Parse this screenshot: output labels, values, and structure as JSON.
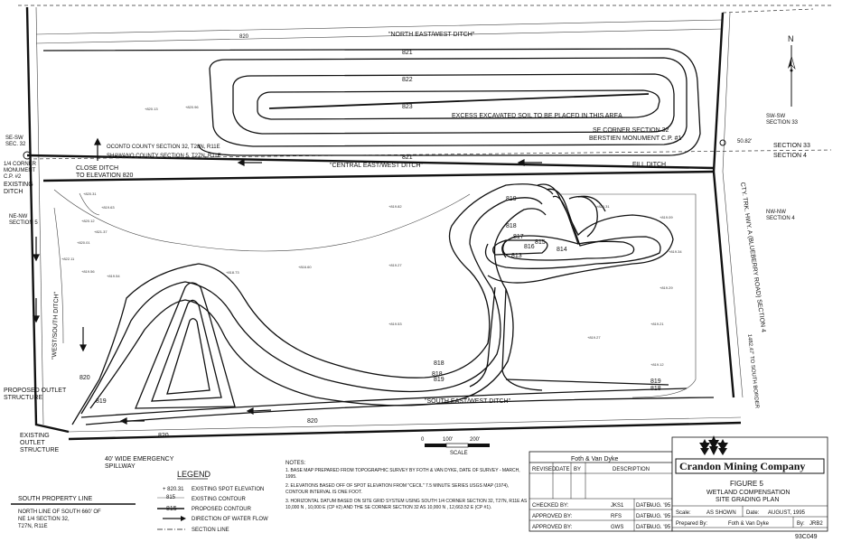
{
  "plan": {
    "ditches": {
      "north": "\"NORTH EAST/WEST DITCH\"",
      "central": "\"CENTRAL EAST/WEST DITCH\"",
      "south": "\"SOUTH EAST/WEST DITCH\"",
      "west": "\"WEST/SOUTH DITCH\"",
      "fill": "FILL DITCH"
    },
    "contours_north": [
      "821",
      "822",
      "823",
      "821",
      "820"
    ],
    "excess_soil": "EXCESS EXCAVATED SOIL TO BE PLACED IN THIS AREA",
    "se_corner": [
      "SE CORNER SECTION 32",
      "BERSTIEN MONUMENT C.P. #1"
    ],
    "county_labels": [
      "OCONTO COUNTY SECTION 32, T28N, R11E",
      "SHAWANO COUNTY SECTION 5, T27N, R11E"
    ],
    "left_labels": {
      "se_sw": [
        "SE-SW",
        "SEC. 32"
      ],
      "quarter_corner": [
        "1/4 CORNER",
        "MONUMENT",
        "C.P. #2"
      ],
      "existing_ditch": [
        "EXISTING",
        "DITCH"
      ],
      "ne_nw": [
        "NE-NW",
        "SECTION 5"
      ],
      "close_ditch": [
        "CLOSE DITCH",
        "TO ELEVATION 820"
      ],
      "proposed_outlet": [
        "PROPOSED OUTLET",
        "STRUCTURE"
      ],
      "existing_outlet": [
        "EXISTING",
        "OUTLET",
        "STRUCTURE"
      ],
      "spillway": [
        "40' WIDE EMERGENCY",
        "SPILLWAY"
      ]
    },
    "right_labels": {
      "sw_sw": [
        "SW-SW",
        "SECTION 33"
      ],
      "section_33": "SECTION 33",
      "section_4": "SECTION 4",
      "nw_nw": [
        "NW-NW",
        "SECTION 4"
      ],
      "road": "CTY. TRK. HWY. A (BLUEBERRY ROAD) SECTION 4",
      "road2": "1482.47' TO SOUTH BORDER",
      "bearing": "50.82'"
    },
    "contours_south": [
      "819",
      "818",
      "817",
      "816",
      "815",
      "814",
      "813"
    ],
    "contours_lower": [
      "820",
      "819",
      "818",
      "819",
      "818",
      "820",
      "820",
      "819",
      "818"
    ]
  },
  "north_arrow": "N",
  "scale": {
    "ticks": [
      "0",
      "100'",
      "200'"
    ],
    "label": "SCALE"
  },
  "legend": {
    "title": "LEGEND",
    "items": [
      {
        "symbol": "+ 820.31",
        "text": "EXISTING SPOT ELEVATION"
      },
      {
        "symbol": "815",
        "text": "EXISTING CONTOUR"
      },
      {
        "symbol": "815",
        "text": "PROPOSED CONTOUR"
      },
      {
        "symbol": "",
        "text": "DIRECTION OF WATER FLOW"
      },
      {
        "symbol": "",
        "text": "SECTION LINE"
      }
    ],
    "south_property": "SOUTH PROPERTY LINE",
    "north_line": [
      "NORTH LINE OF SOUTH 660' OF",
      "NE 1/4 SECTION 32,",
      "T27N, R11E"
    ]
  },
  "notes": {
    "title": "NOTES:",
    "items": [
      "1. BASE MAP PREPARED FROM TOPOGRAPHIC SURVEY BY FOTH & VAN DYKE, DATE OF SURVEY - MARCH, 1995.",
      "2. ELEVATIONS BASED OFF OF SPOT ELEVATION FROM \"CECIL\" 7.5 MINUTE SERIES USGS MAP (1974), CONTOUR INTERVAL IS ONE FOOT.",
      "3. HORIZONTAL DATUM BASED ON SITE GRID SYSTEM USING SOUTH 1/4 CORNER SECTION 32, T27N, R11E AS 10,000 N , 10,000 E (CP #2) AND THE SE CORNER SECTION 32 AS 10,000 N , 12,663.52 E (CP #1)."
    ]
  },
  "title_block": {
    "firm": "Foth & Van Dyke",
    "revision_headers": [
      "REVISED",
      "DATE",
      "BY",
      "DESCRIPTION"
    ],
    "checked": {
      "label": "CHECKED BY:",
      "value": "JKS1",
      "date_label": "DATE:",
      "date": "AUG. '95"
    },
    "approved1": {
      "label": "APPROVED BY:",
      "value": "RFS",
      "date_label": "DATE:",
      "date": "AUG. '95"
    },
    "approved2": {
      "label": "APPROVED BY:",
      "value": "GWS",
      "date_label": "DATE:",
      "date": "AUG. '95"
    },
    "company": "Crandon Mining Company",
    "figure": "FIGURE 5",
    "subtitle1": "WETLAND COMPENSATION",
    "subtitle2": "SITE GRADING PLAN",
    "scale_label": "Scale:",
    "scale_value": "AS SHOWN",
    "date_label": "Date:",
    "date_value": "AUGUST, 1995",
    "prepared_label": "Prepared By:",
    "prepared_value": "Foth & Van Dyke",
    "by_label": "By:",
    "by_value": "JRB2",
    "drawing_no": "93C049"
  }
}
